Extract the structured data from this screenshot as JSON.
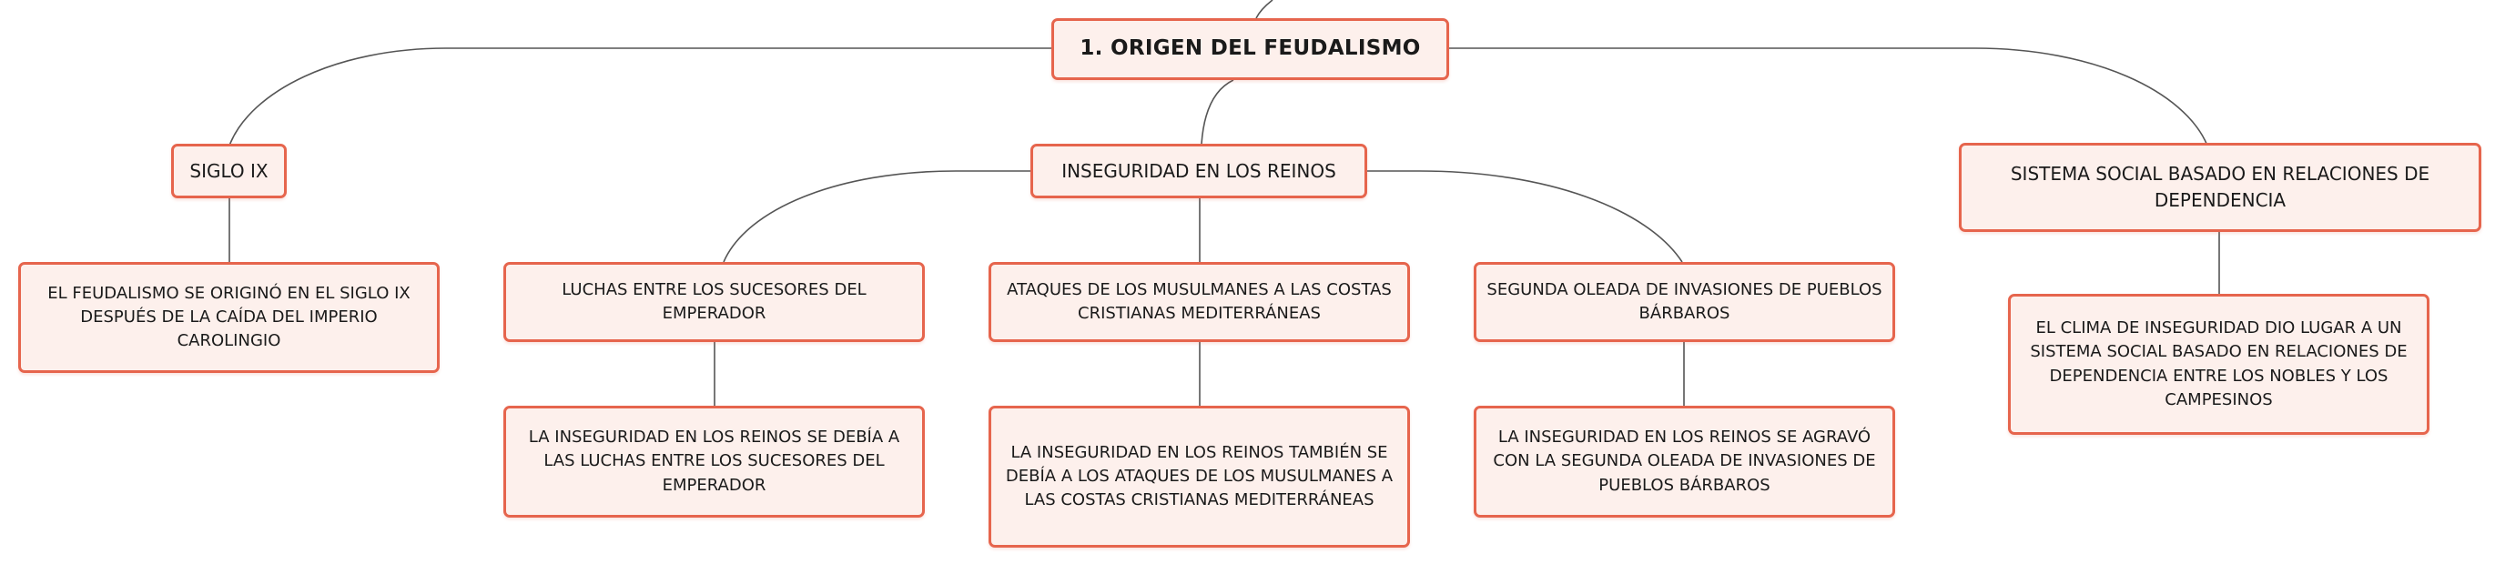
{
  "root": {
    "label": "1. ORIGEN DEL FEUDALISMO"
  },
  "branches": [
    {
      "label": "SIGLO IX",
      "children": [
        {
          "label": "EL FEUDALISMO SE ORIGINÓ EN EL SIGLO IX DESPUÉS DE LA CAÍDA DEL IMPERIO CAROLINGIO"
        }
      ]
    },
    {
      "label": "INSEGURIDAD EN LOS REINOS",
      "children": [
        {
          "label": "LUCHAS ENTRE LOS SUCESORES DEL EMPERADOR",
          "children": [
            {
              "label": "LA INSEGURIDAD EN LOS REINOS SE DEBÍA A LAS LUCHAS ENTRE LOS SUCESORES DEL EMPERADOR"
            }
          ]
        },
        {
          "label": "ATAQUES DE LOS MUSULMANES A LAS COSTAS CRISTIANAS MEDITERRÁNEAS",
          "children": [
            {
              "label": "LA INSEGURIDAD EN LOS REINOS TAMBIÉN SE DEBÍA A LOS ATAQUES DE LOS MUSULMANES A LAS COSTAS CRISTIANAS MEDITERRÁNEAS"
            }
          ]
        },
        {
          "label": "SEGUNDA OLEADA DE INVASIONES DE PUEBLOS BÁRBAROS",
          "children": [
            {
              "label": "LA INSEGURIDAD EN LOS REINOS SE AGRAVÓ CON LA SEGUNDA OLEADA DE INVASIONES DE PUEBLOS BÁRBAROS"
            }
          ]
        }
      ]
    },
    {
      "label": "SISTEMA SOCIAL BASADO EN RELACIONES DE DEPENDENCIA",
      "children": [
        {
          "label": "EL CLIMA DE INSEGURIDAD DIO LUGAR A UN SISTEMA SOCIAL BASADO EN RELACIONES DE DEPENDENCIA ENTRE LOS NOBLES Y LOS CAMPESINOS"
        }
      ]
    }
  ],
  "colors": {
    "node_fill": "#fdf0ec",
    "node_border": "#e6654d",
    "connector": "#555555"
  }
}
